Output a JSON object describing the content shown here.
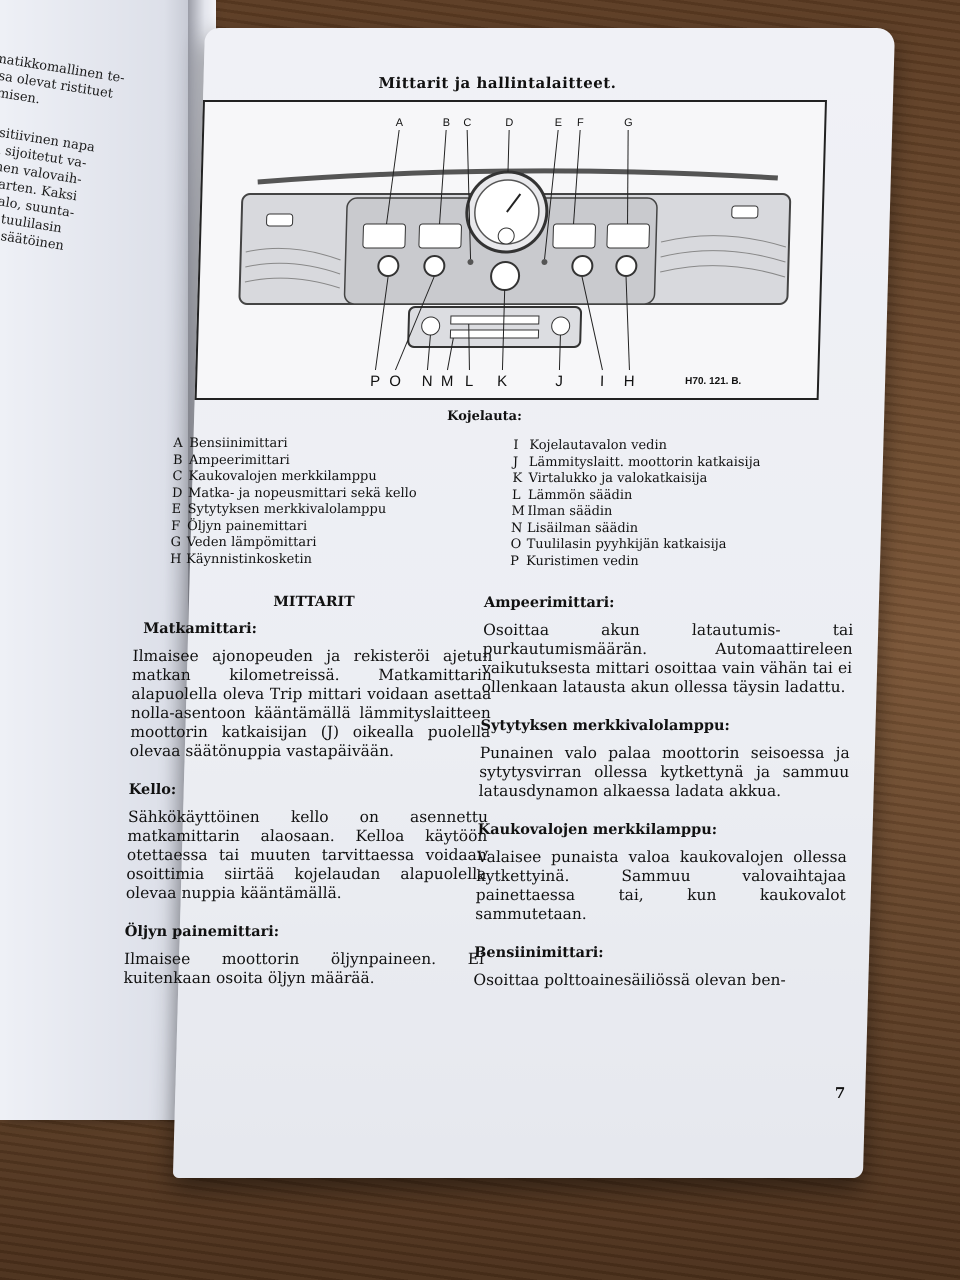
{
  "left_page": {
    "lines": [
      "matikkomallinen te-",
      "ssa olevat ristituet",
      "amisen.",
      "",
      "positiivinen napa",
      "jiin sijoitetut va-",
      "töinen valovaih-",
      "ja varten. Kaksi",
      "ttovalo, suunta-",
      "eea, tuulilasin",
      "nnitesäätöinen"
    ]
  },
  "page": {
    "title": "Mittarit ja hallintalaitteet.",
    "diagram_code": "H70. 121. B.",
    "labels_top": [
      "A",
      "B",
      "C",
      "D",
      "E",
      "F",
      "G"
    ],
    "labels_bottom": [
      "P",
      "O",
      "N",
      "M",
      "L",
      "K",
      "J",
      "I",
      "H"
    ],
    "caption": "Kojelauta:",
    "legend_left": [
      {
        "key": "A",
        "text": "Bensiinimittari"
      },
      {
        "key": "B",
        "text": "Ampeerimittari"
      },
      {
        "key": "C",
        "text": "Kaukovalojen merkkilamppu"
      },
      {
        "key": "D",
        "text": "Matka- ja nopeusmittari sekä kello"
      },
      {
        "key": "E",
        "text": "Sytytyksen merkkivalolamppu"
      },
      {
        "key": "F",
        "text": "Öljyn painemittari"
      },
      {
        "key": "G",
        "text": "Veden lämpömittari"
      },
      {
        "key": "H",
        "text": "Käynnistinkosketin"
      }
    ],
    "legend_right": [
      {
        "key": "I",
        "text": "Kojelautavalon vedin"
      },
      {
        "key": "J",
        "text": "Lämmityslaitt. moottorin katkaisija"
      },
      {
        "key": "K",
        "text": "Virtalukko ja valokatkaisija"
      },
      {
        "key": "L",
        "text": "Lämmön säädin"
      },
      {
        "key": "M",
        "text": "Ilman säädin"
      },
      {
        "key": "N",
        "text": "Lisäilman säädin"
      },
      {
        "key": "O",
        "text": "Tuulilasin pyyhkijän katkaisija"
      },
      {
        "key": "P",
        "text": "Kuristimen vedin"
      }
    ],
    "left_column": {
      "section_title": "MITTARIT",
      "sections": [
        {
          "heading": "Matkamittari:",
          "body": "Ilmaisee ajonopeuden ja rekisteröi ajetun matkan kilometreissä. Matkamittarin alapuolella oleva Trip mittari voidaan asettaa nolla-asentoon kääntämällä lämmityslaitteen moottorin katkaisijan (J) oikealla puolella olevaa säätönuppia vastapäivään."
        },
        {
          "heading": "Kello:",
          "body": "Sähkökäyttöinen kello on asennettu matkamittarin alaosaan. Kelloa käytöön otettaessa tai muuten tarvittaessa voidaan osoittimia siirtää kojelaudan alapuolella olevaa nuppia kääntämällä."
        },
        {
          "heading": "Öljyn painemittari:",
          "body": "Ilmaisee moottorin öljynpaineen. Ei kuitenkaan osoita öljyn määrää."
        }
      ]
    },
    "right_column": {
      "sections": [
        {
          "heading": "Ampeerimittari:",
          "body": "Osoittaa akun latautumis- tai purkautumismäärän. Automaattireleen vaikutuksesta mittari osoittaa vain vähän tai ei ollenkaan latausta akun ollessa täysin ladattu."
        },
        {
          "heading": "Sytytyksen merkkivalolamppu:",
          "body": "Punainen valo palaa moottorin seisoessa ja sytytysvirran ollessa kytkettynä ja sammuu latausdynamon alkaessa ladata akkua."
        },
        {
          "heading": "Kaukovalojen merkkilamppu:",
          "body": "Valaisee punaista valoa kaukovalojen ollessa kytkettyinä. Sammuu valovaihtajaa painettaessa tai, kun kaukovalot sammutetaan."
        },
        {
          "heading": "Bensiinimittari:",
          "body": "Osoittaa polttoainesäiliössä olevan ben-"
        }
      ]
    },
    "page_number": "7"
  }
}
